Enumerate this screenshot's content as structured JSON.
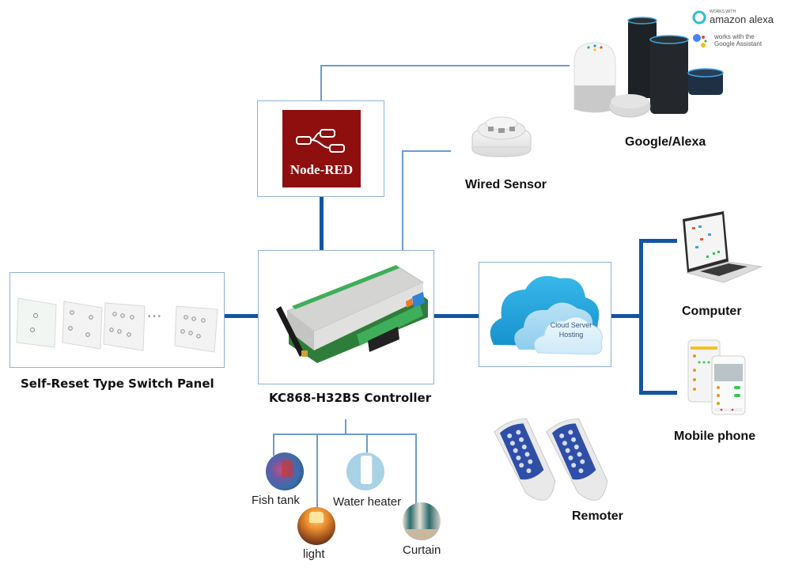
{
  "diagram": {
    "title": "KC868-H32BS Controller system connection diagram",
    "nodes": {
      "controller": {
        "label": "KC868-H32BS Controller",
        "icon": "controller-board-icon"
      },
      "node_red": {
        "label": "Node-RED",
        "icon": "node-red-flow-icon",
        "bg_color": "#8f0f0f"
      },
      "switch_panel": {
        "label": "Self-Reset Type Switch Panel",
        "ellipsis": "• • •",
        "panels": [
          2,
          4,
          6,
          6
        ]
      },
      "cloud": {
        "label": "Cloud Server Hosting",
        "line1": "Cloud Server",
        "line2": "Hosting"
      },
      "wired_sensor": {
        "label": "Wired Sensor"
      },
      "google_alexa": {
        "label": "Google/Alexa",
        "badge_alexa_small": "WORKS WITH",
        "badge_alexa": "amazon alexa",
        "badge_google_line1": "works with the",
        "badge_google_line2": "Google Assistant"
      },
      "computer": {
        "label": "Computer"
      },
      "mobile": {
        "label": "Mobile phone"
      },
      "remoter": {
        "label": "Remoter"
      }
    },
    "loads": [
      {
        "label": "Fish tank"
      },
      {
        "label": "light"
      },
      {
        "label": "Water heater"
      },
      {
        "label": "Curtain"
      }
    ],
    "colors": {
      "thick_line": "#1455a0",
      "thin_line": "#6d9ccd",
      "box_border": "#8fb0d6",
      "cloud_blue": "#1fa3dc"
    }
  }
}
